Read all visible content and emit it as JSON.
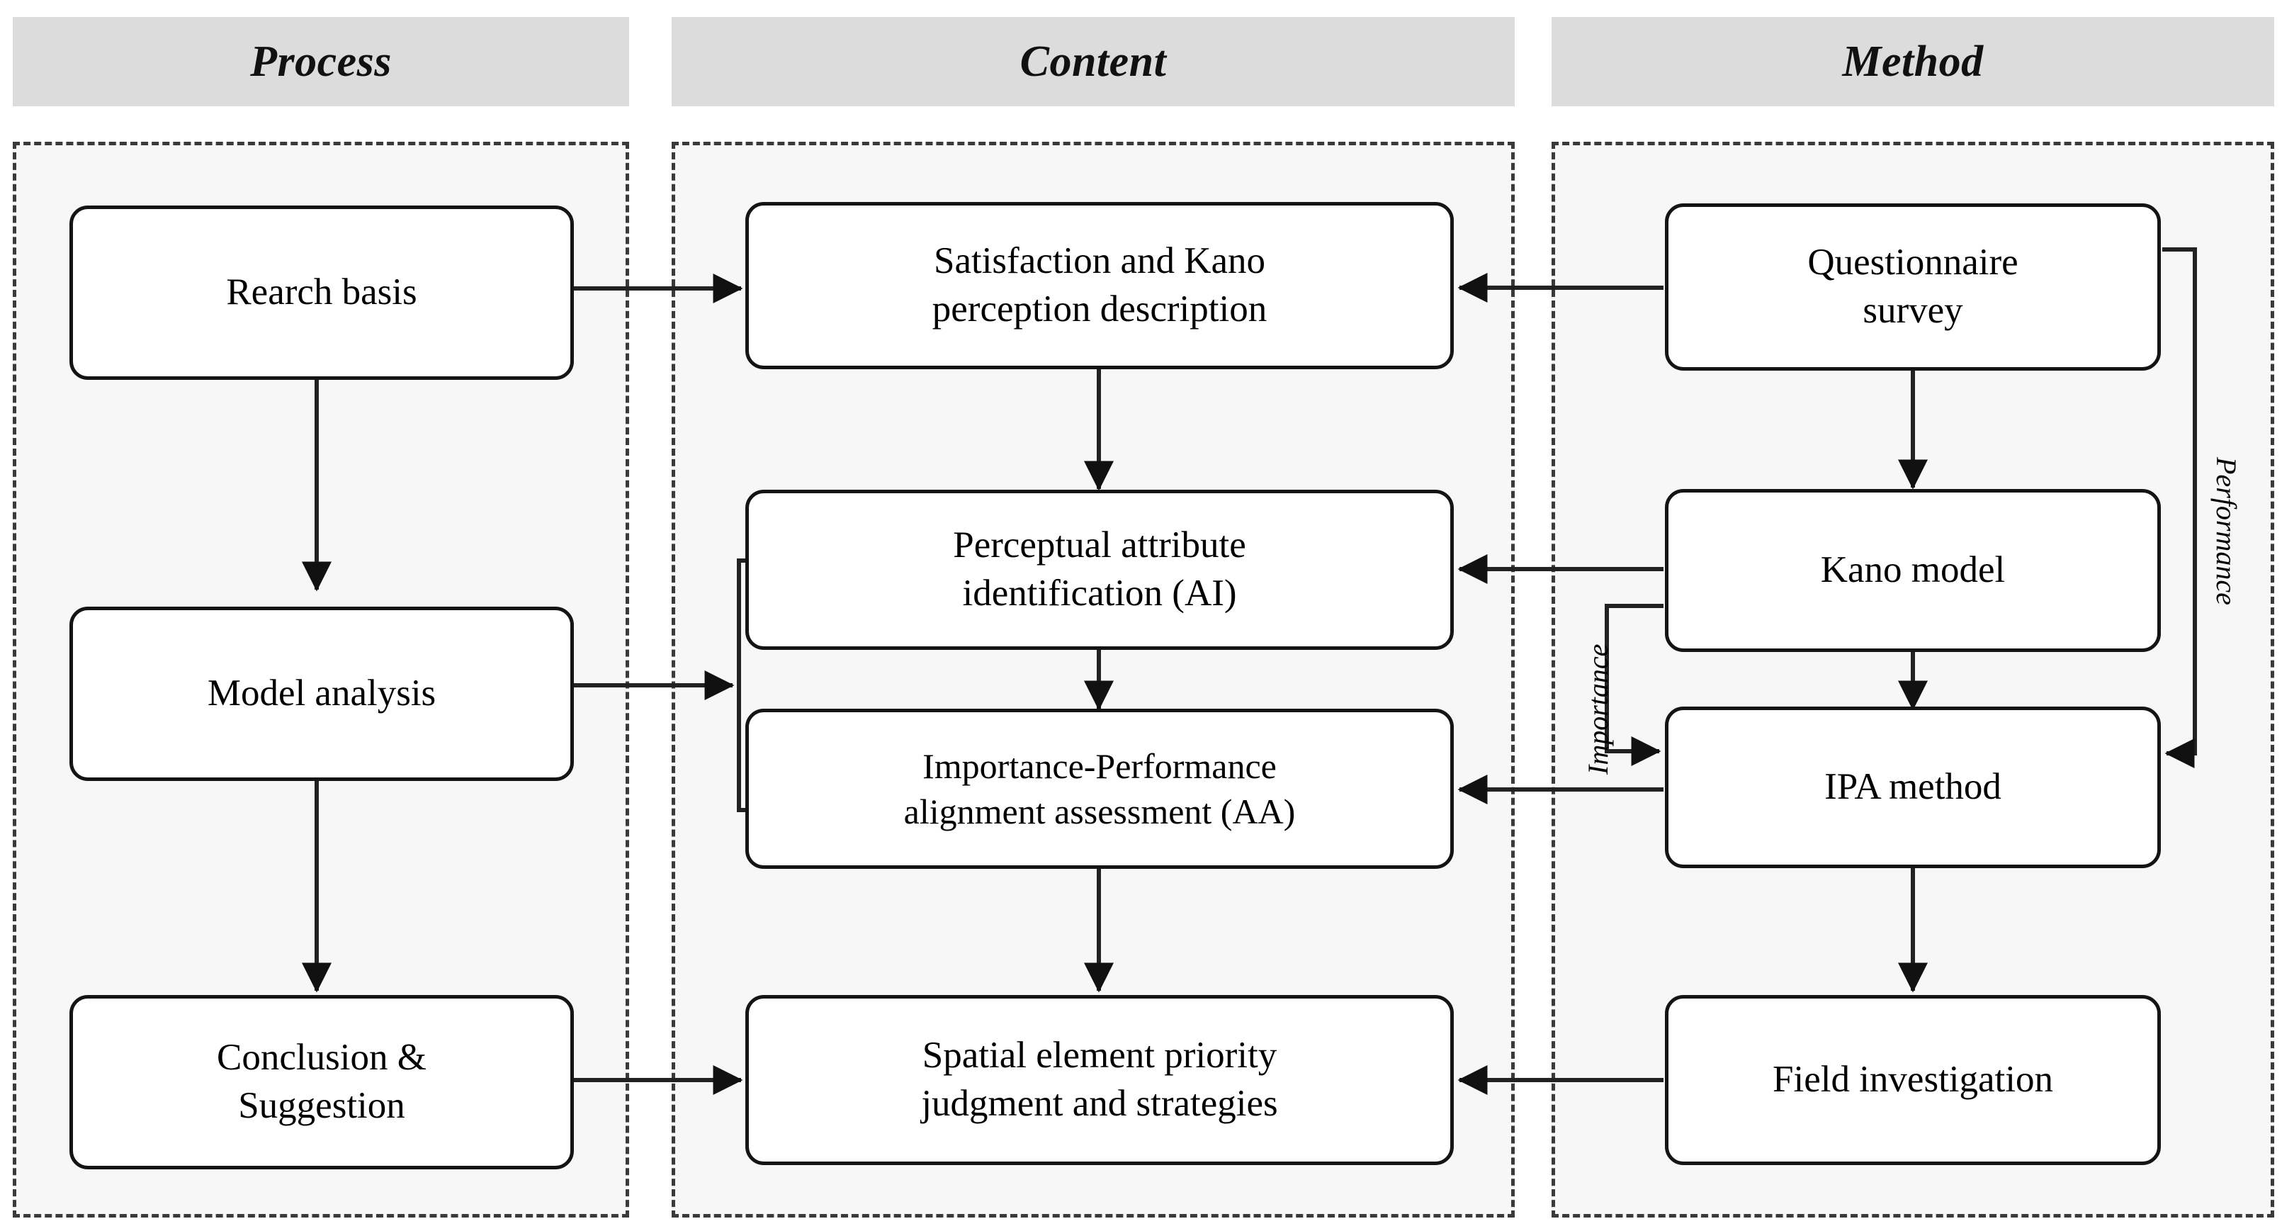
{
  "figure": {
    "type": "flowchart",
    "orientation": "three-column swimlane",
    "background": "#ffffff",
    "lane_fill": "#f7f7f7",
    "header_fill": "#dcdcdc",
    "stroke": "#141414"
  },
  "headers": [
    {
      "id": "process",
      "label": "Process"
    },
    {
      "id": "content",
      "label": "Content"
    },
    {
      "id": "method",
      "label": "Method"
    }
  ],
  "lanes": {
    "process": {
      "title": "Process",
      "nodes": [
        {
          "id": "research-basis",
          "lines": [
            "Rearch basis"
          ]
        },
        {
          "id": "model-analysis",
          "lines": [
            "Model analysis"
          ]
        },
        {
          "id": "conclusion-suggestion",
          "lines": [
            "Conclusion &",
            "Suggestion"
          ]
        }
      ]
    },
    "content": {
      "title": "Content",
      "nodes": [
        {
          "id": "satisfaction-kano",
          "lines": [
            "Satisfaction and Kano",
            "perception description"
          ]
        },
        {
          "id": "perceptual-attribute",
          "lines": [
            "Perceptual attribute",
            "identification (AI)"
          ]
        },
        {
          "id": "importance-performance",
          "lines": [
            "Importance-Performance",
            "alignment assessment (AA)"
          ]
        },
        {
          "id": "spatial-element-priority",
          "lines": [
            "Spatial element priority",
            "judgment and strategies"
          ]
        }
      ]
    },
    "method": {
      "title": "Method",
      "nodes": [
        {
          "id": "questionnaire-survey",
          "lines": [
            "Questionnaire",
            "survey"
          ]
        },
        {
          "id": "kano-model",
          "lines": [
            "Kano model"
          ]
        },
        {
          "id": "ipa-method",
          "lines": [
            "IPA method"
          ]
        },
        {
          "id": "field-investigation",
          "lines": [
            "Field investigation"
          ]
        }
      ]
    }
  },
  "edge_labels": [
    {
      "id": "importance",
      "text": "Importance",
      "rotation": "-90"
    },
    {
      "id": "performance",
      "text": "Performance",
      "rotation": "90"
    }
  ],
  "connections": [
    {
      "from": "research-basis",
      "to": "model-analysis",
      "kind": "vertical-arrow"
    },
    {
      "from": "model-analysis",
      "to": "conclusion-suggestion",
      "kind": "vertical-arrow"
    },
    {
      "from": "research-basis",
      "to": "satisfaction-kano",
      "kind": "horizontal-arrow"
    },
    {
      "from": "model-analysis",
      "to": "content-bracket",
      "kind": "horizontal-arrow"
    },
    {
      "from": "conclusion-suggestion",
      "to": "spatial-element-priority",
      "kind": "horizontal-arrow"
    },
    {
      "from": "satisfaction-kano",
      "to": "perceptual-attribute",
      "kind": "vertical-arrow"
    },
    {
      "from": "perceptual-attribute",
      "to": "importance-performance",
      "kind": "vertical-arrow"
    },
    {
      "from": "importance-performance",
      "to": "spatial-element-priority",
      "kind": "vertical-arrow"
    },
    {
      "from": "questionnaire-survey",
      "to": "satisfaction-kano",
      "kind": "horizontal-arrow"
    },
    {
      "from": "questionnaire-survey",
      "to": "kano-model",
      "kind": "vertical-arrow"
    },
    {
      "from": "kano-model",
      "to": "perceptual-attribute",
      "kind": "horizontal-arrow"
    },
    {
      "from": "kano-model",
      "to": "ipa-method",
      "kind": "vertical-arrow"
    },
    {
      "from": "kano-model",
      "to": "ipa-method",
      "kind": "elbow-arrow",
      "label": "Importance"
    },
    {
      "from": "questionnaire-survey",
      "to": "ipa-method",
      "kind": "elbow-arrow",
      "label": "Performance"
    },
    {
      "from": "ipa-method",
      "to": "importance-performance",
      "kind": "horizontal-arrow"
    },
    {
      "from": "ipa-method",
      "to": "field-investigation",
      "kind": "vertical-arrow"
    },
    {
      "from": "field-investigation",
      "to": "spatial-element-priority",
      "kind": "horizontal-arrow"
    }
  ]
}
